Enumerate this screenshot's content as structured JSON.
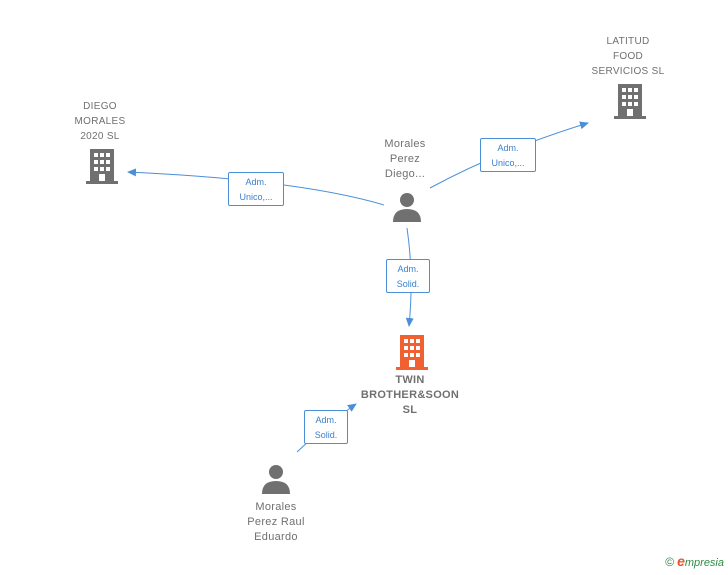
{
  "nodes": {
    "diego_morales": {
      "label": "DIEGO\nMORALES\n2020  SL"
    },
    "latitud_food": {
      "label": "LATITUD\nFOOD\nSERVICIOS  SL"
    },
    "morales_diego": {
      "label": "Morales\nPerez\nDiego..."
    },
    "twin_brother": {
      "label": "TWIN\nBROTHER&SOON\nSL"
    },
    "morales_raul": {
      "label": "Morales\nPerez Raul\nEduardo"
    }
  },
  "edges": {
    "to_diego": {
      "line1": "Adm.",
      "line2": "Unico,..."
    },
    "to_latitud": {
      "line1": "Adm.",
      "line2": "Unico,..."
    },
    "to_twin_from_diego": {
      "line1": "Adm.",
      "line2": "Solid."
    },
    "to_twin_from_raul": {
      "line1": "Adm.",
      "line2": "Solid."
    }
  },
  "colors": {
    "edge": "#4a90d9",
    "building": "#707070",
    "focus_building": "#f06030",
    "person": "#707070"
  },
  "footer": {
    "copyright": "©",
    "brand_e": "e",
    "brand_rest": "mpresia"
  }
}
